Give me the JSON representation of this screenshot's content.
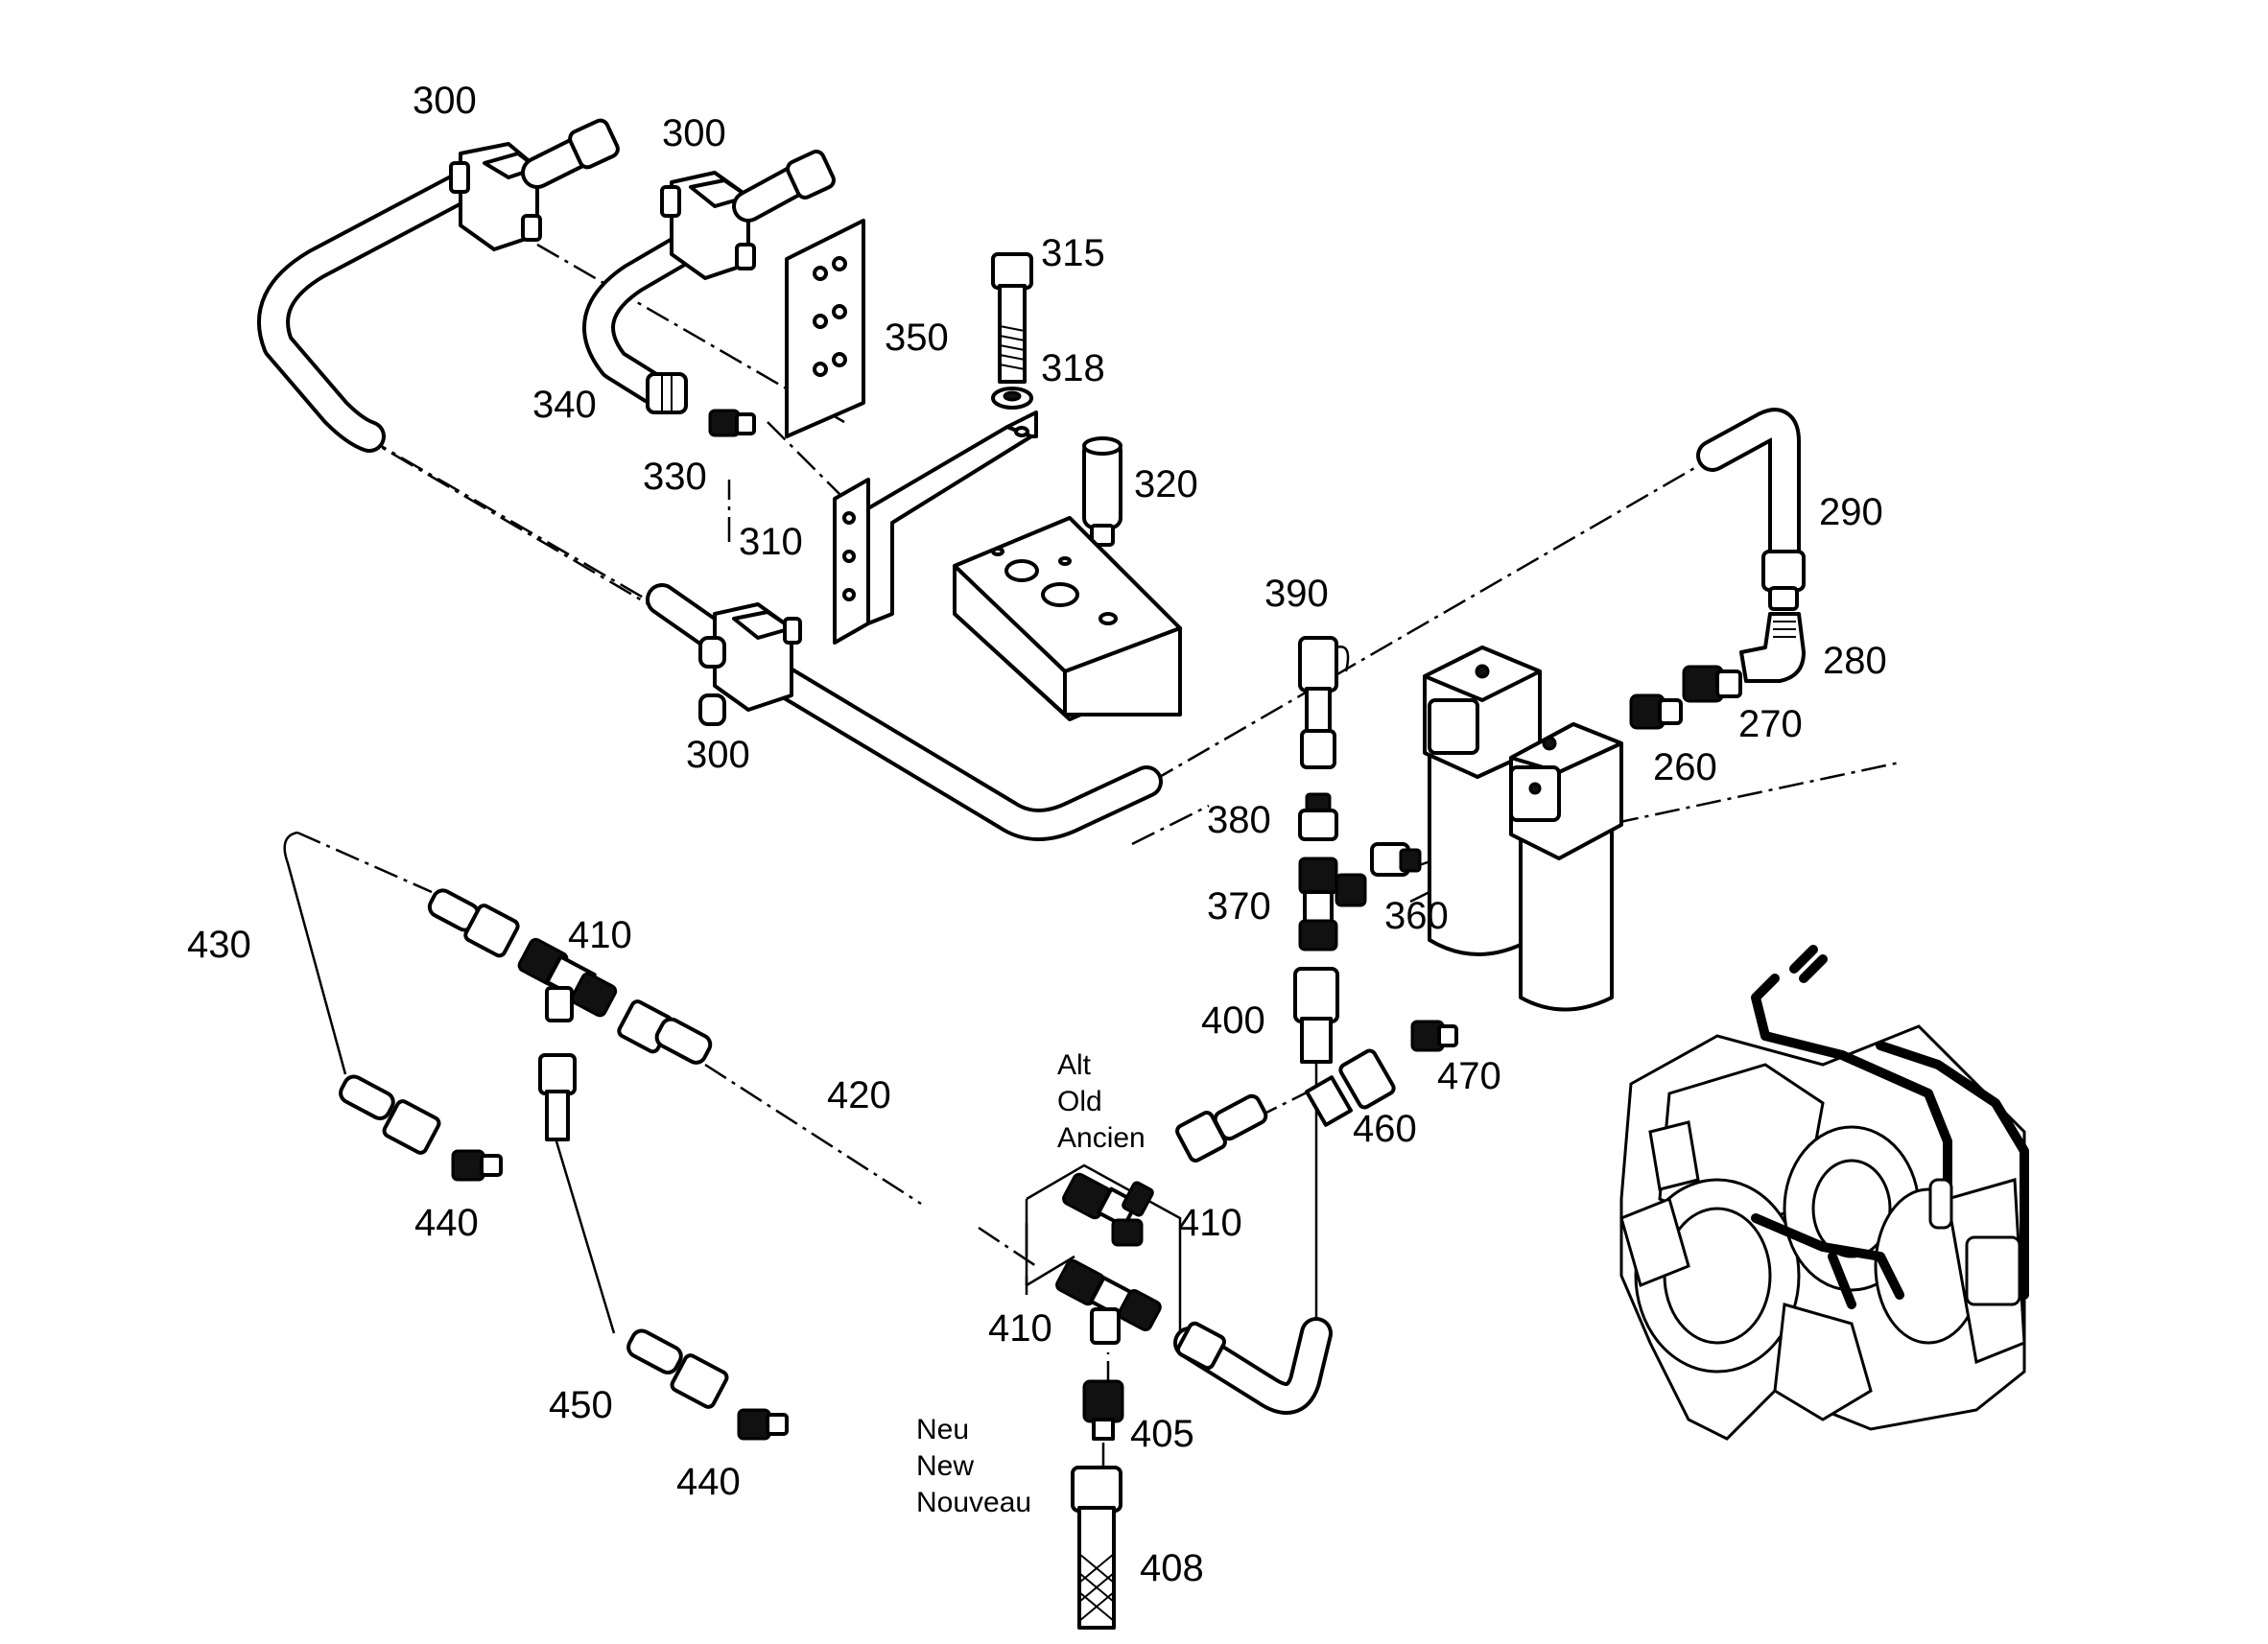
{
  "callouts": {
    "c300a": "300",
    "c300b": "300",
    "c300c": "300",
    "c315": "315",
    "c318": "318",
    "c350": "350",
    "c340": "340",
    "c330": "330",
    "c320": "320",
    "c310": "310",
    "c290": "290",
    "c390": "390",
    "c280": "280",
    "c270": "270",
    "c260": "260",
    "c380": "380",
    "c370": "370",
    "c360": "360",
    "c430": "430",
    "c410a": "410",
    "c410b": "410",
    "c410c": "410",
    "c400": "400",
    "c470": "470",
    "c420": "420",
    "c460": "460",
    "c440a": "440",
    "c440b": "440",
    "c450": "450",
    "c405": "405",
    "c408": "408"
  },
  "notes": {
    "old": [
      "Alt",
      "Old",
      "Ancien"
    ],
    "new": [
      "Neu",
      "New",
      "Nouveau"
    ]
  },
  "icons": {
    "engine": "gearbox-assembly-overview-icon"
  }
}
